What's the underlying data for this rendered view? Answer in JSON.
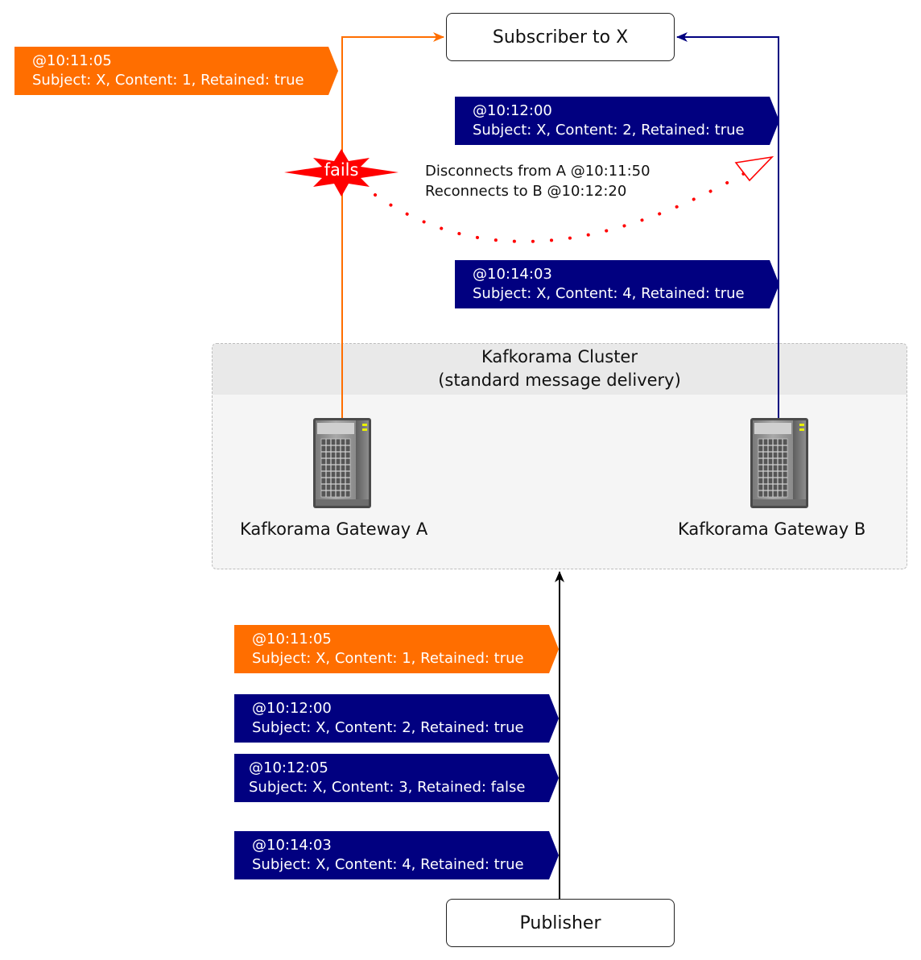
{
  "subscriber": {
    "label": "Subscriber to X"
  },
  "publisher": {
    "label": "Publisher"
  },
  "cluster": {
    "title": "Kafkorama Cluster",
    "subtitle": "(standard message delivery)"
  },
  "gateway_a": {
    "label": "Kafkorama Gateway A",
    "icon": "server-icon"
  },
  "gateway_b": {
    "label": "Kafkorama Gateway B",
    "icon": "server-icon"
  },
  "failure": {
    "label": "fails",
    "icon": "explosion-icon",
    "color": "#ff0000"
  },
  "reconnect_note": {
    "line1": "Disconnects from A @10:11:50",
    "line2": "Reconnects to B @10:12:20"
  },
  "colors": {
    "path_a": "#ff6e00",
    "path_b": "#010080",
    "publish": "#000000"
  },
  "delivered_messages": [
    {
      "time": "@10:11:05",
      "text": "Subject: X, Content: 1, Retained: true",
      "color": "#ff6e00"
    },
    {
      "time": "@10:12:00",
      "text": "Subject: X, Content: 2, Retained: true",
      "color": "#010080"
    },
    {
      "time": "@10:14:03",
      "text": "Subject: X, Content: 4, Retained: true",
      "color": "#010080"
    }
  ],
  "published_messages": [
    {
      "time": "@10:11:05",
      "text": "Subject: X, Content: 1, Retained: true",
      "color": "#ff6e00"
    },
    {
      "time": "@10:12:00",
      "text": "Subject: X, Content: 2, Retained: true",
      "color": "#010080"
    },
    {
      "time": "@10:12:05",
      "text": "Subject: X, Content: 3, Retained: false",
      "color": "#010080"
    },
    {
      "time": "@10:14:03",
      "text": "Subject: X, Content: 4, Retained: true",
      "color": "#010080"
    }
  ]
}
